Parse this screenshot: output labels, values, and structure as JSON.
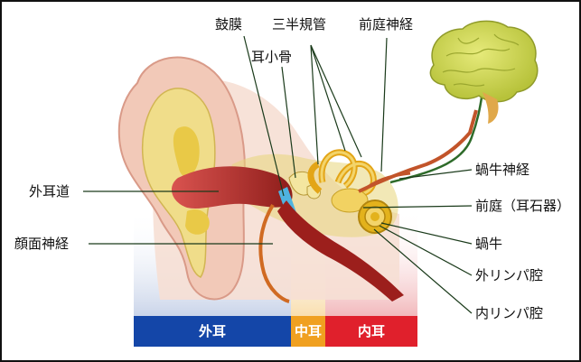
{
  "labels": {
    "kobaku": "鼓膜",
    "sanhankikan": "三半規管",
    "zentei_shinkei": "前庭神経",
    "jishoukotsu": "耳小骨",
    "gaijidou": "外耳道",
    "ganmen_shinkei": "顔面神経",
    "kagyuu_shinkei": "蝸牛神経",
    "zentei": "前庭（耳石器）",
    "kagyuu": "蝸牛",
    "gai_rinpa": "外リンパ腔",
    "nai_rinpa": "内リンパ腔"
  },
  "bands": {
    "outer": "外耳",
    "middle": "中耳",
    "inner": "内耳"
  },
  "colors": {
    "outer_band": "#1446a8",
    "middle_band": "#f0a020",
    "inner_band": "#e0202c",
    "skin": "#f2c9b8",
    "canal": "#b52a25",
    "bone": "#e8d57a",
    "brain": "#c9d44a"
  }
}
